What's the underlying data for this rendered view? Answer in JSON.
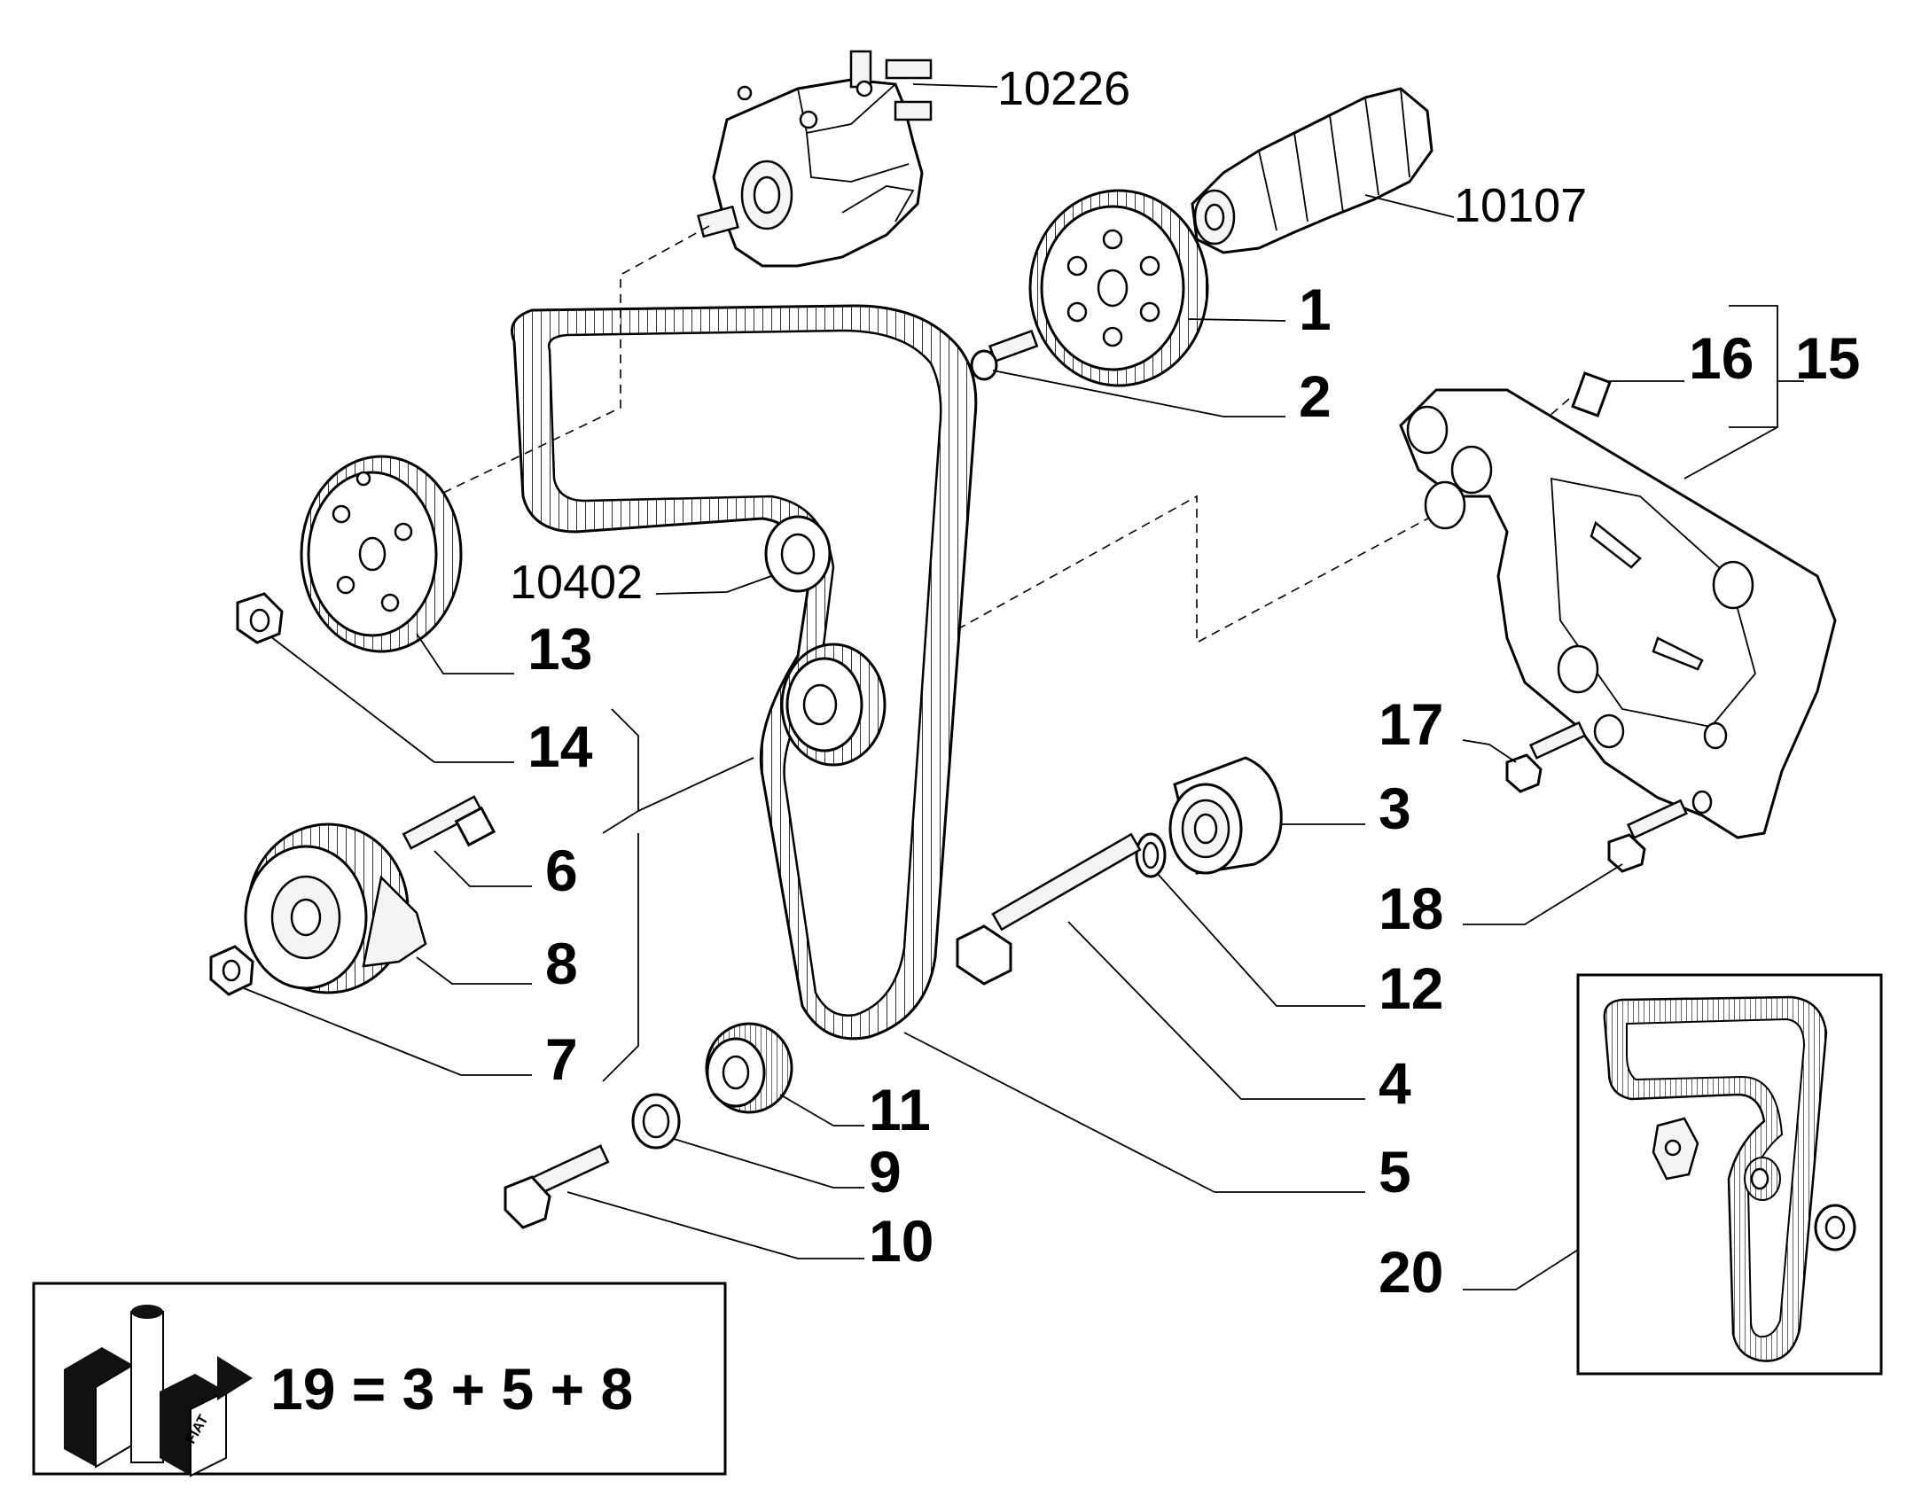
{
  "callouts": {
    "p10226": "10226",
    "p10107": "10107",
    "p10402": "10402",
    "p1": "1",
    "p2": "2",
    "p3": "3",
    "p4": "4",
    "p5": "5",
    "p6": "6",
    "p7": "7",
    "p8": "8",
    "p9": "9",
    "p10": "10",
    "p11": "11",
    "p12": "12",
    "p13": "13",
    "p14": "14",
    "p15": "15",
    "p16": "16",
    "p17": "17",
    "p18": "18",
    "p20": "20"
  },
  "kit_formula": "19 = 3 + 5 + 8",
  "kit_logo_text": "FIAT",
  "colors": {
    "ink": "#000000",
    "paper": "#ffffff"
  }
}
